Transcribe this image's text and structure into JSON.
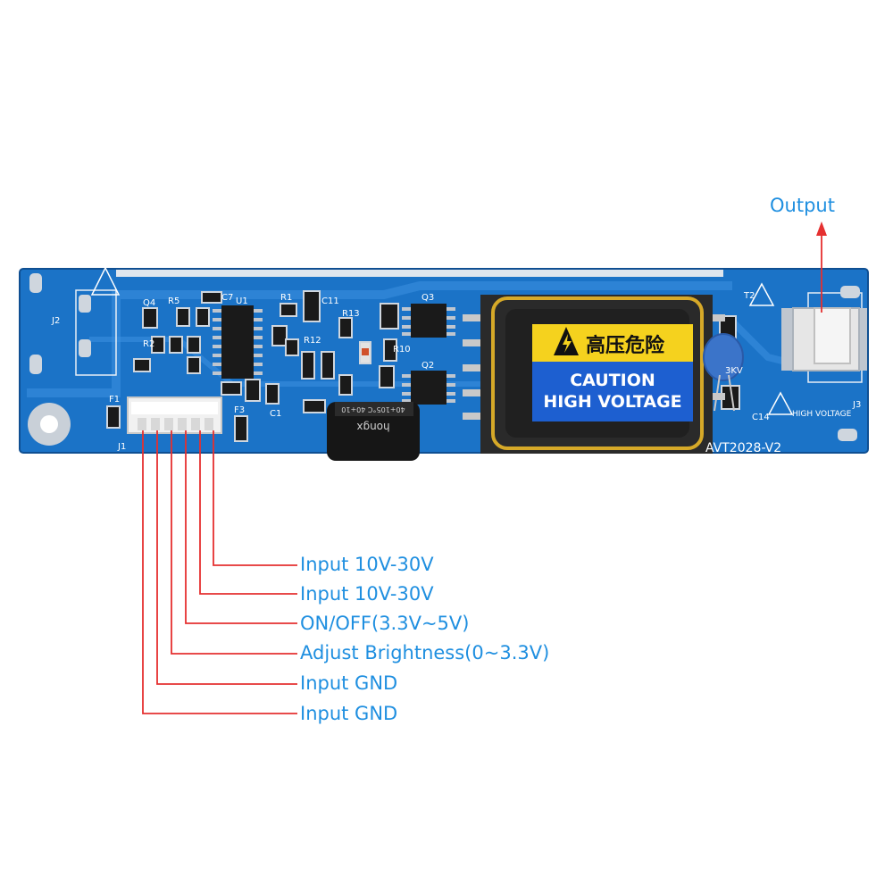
{
  "annotations": {
    "output_label": "Output",
    "pins": [
      {
        "label": "Input 10V-30V"
      },
      {
        "label": "Input 10V-30V"
      },
      {
        "label": "ON/OFF(3.3V~5V)"
      },
      {
        "label": "Adjust Brightness(0~3.3V)"
      },
      {
        "label": "Input GND"
      },
      {
        "label": "Input GND"
      }
    ]
  },
  "board": {
    "model": "AVT2028-V2",
    "warning_cn": "高压危险",
    "caution_line1": "CAUTION",
    "caution_line2": "HIGH VOLTAGE",
    "silk_high_voltage": "HIGH VOLTAGE",
    "capacitor_brand": "hongx",
    "capacitor_rating": "40+105°C 40+10",
    "ref_labels": {
      "J2": "J2",
      "J3": "J3",
      "J1": "J1",
      "T2": "T2",
      "Q3": "Q3",
      "Q2": "Q2",
      "Q4": "Q4",
      "U1": "U1",
      "R1": "R1",
      "R5": "R5",
      "C7": "C7",
      "C11": "C11",
      "R13": "R13",
      "R12": "R12",
      "R10": "R10",
      "F1": "F1",
      "F3": "F3",
      "C14": "C14",
      "C1": "C1",
      "R2": "R2",
      "kv": "3KV"
    }
  },
  "colors": {
    "accent": "#1f8fe0",
    "leader": "#e53030",
    "pcb": "#1b73c7",
    "pcb_dark": "#135aa3",
    "warning_yellow": "#f5d21e",
    "warning_blue": "#1d5fd0"
  }
}
